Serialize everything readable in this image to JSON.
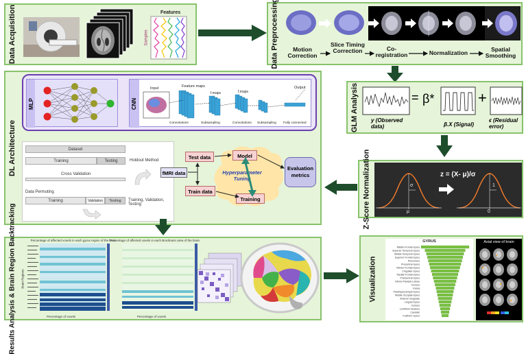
{
  "data_acquisition": {
    "title": "Data Acquisition",
    "features_label": "Features",
    "samples_label": "Samples"
  },
  "data_preprocessing": {
    "title": "Data Preprocessing",
    "steps": [
      "Motion Correction",
      "Slice Timing Correction",
      "Co-registration",
      "Normalization",
      "Spatial Smoothing"
    ]
  },
  "dl_architecture": {
    "title": "DL Architecture",
    "mlp_label": "MLP",
    "cnn_label": "CNN",
    "cnn_parts": {
      "input": "Input",
      "feature_maps": "Feature maps",
      "f_maps_1": "f.maps",
      "f_maps_2": "f.maps",
      "output": "Output",
      "convolutions_1": "Convolutions",
      "subsampling_1": "Subsampling",
      "convolutions_2": "Convolutions",
      "subsampling_2": "Subsampling",
      "fully_connected": "Fully connected"
    },
    "holdout": {
      "dataset": "Dataset",
      "training": "Training",
      "testing": "Testing",
      "method": "Holdout Method",
      "cross_validation": "Cross Validation"
    },
    "permuting": {
      "label": "Data Permuting",
      "training": "Training",
      "validation": "Validation",
      "testing": "Testing",
      "method": "Training, Validation, Testing"
    },
    "flow": {
      "fmri": "fMRI data",
      "test_data": "Test data",
      "train_data": "Train data",
      "model": "Model",
      "training": "Training",
      "tuning": "Hyperparameter Tuning",
      "evaluation": "Evaluation metrics"
    }
  },
  "glm_analysis": {
    "title": "GLM Analysis",
    "equals": "=",
    "beta": "β*",
    "plus": "+",
    "y_label": "y (Observed data)",
    "signal_label": "β.X (Signal)",
    "error_label": "ϵ (Residual error)"
  },
  "zscore": {
    "title": "Z-Score Normalization",
    "formula": "z = (X- μ)/σ",
    "sigma": "σ",
    "mu": "μ",
    "one": "1",
    "zero": "0"
  },
  "results": {
    "title": "Results Analysis & Brain Region Backtracking",
    "heatmap1_title": "Percentage of affected voxels in each gyrus region of the brain",
    "heatmap2_title": "Percentage of affected voxels in each Brodmann area of the brain",
    "xlabel": "Percentage of voxels",
    "ylabel": "Brain Regions"
  },
  "visualization": {
    "title": "Visualization",
    "chart_title": "GYRUS",
    "axial_title": "Axial view of brain",
    "gyrus_labels": [
      "Middle Frontal Gyrus",
      "Superior Temporal Gyrus",
      "Middle Temporal Gyrus",
      "Superior Frontal Gyrus",
      "Precuneus",
      "Precentral Gyrus",
      "Inferior Frontal Gyrus",
      "Cingulate Gyrus",
      "Medial Frontal Gyrus",
      "Postcentral Gyrus",
      "Inferior Parietal Lobule",
      "Cuneus",
      "Insula",
      "Parahippocampal Gyrus",
      "Middle Occipital Gyrus",
      "Anterior Cingulate",
      "Lingual Gyrus",
      "Culmen",
      "Lentiform Nucleus",
      "Caudate",
      "Fusiform Gyrus"
    ]
  },
  "colors": {
    "panel_fill": "#e6f4d9",
    "panel_border": "#87c26b",
    "dark_arrow": "#1e4d2b",
    "flow_box": "#f7d2d2",
    "cloud": "#ffe5a8",
    "mlp_bg": "#e4e0fa",
    "z_bg": "#2b2b2b"
  },
  "chart_data": {
    "type": "bar",
    "title": "GYRUS",
    "categories": [
      "Middle Frontal Gyrus",
      "Superior Temporal Gyrus",
      "Middle Temporal Gyrus",
      "Superior Frontal Gyrus",
      "Precuneus",
      "Precentral Gyrus",
      "Inferior Frontal Gyrus",
      "Cingulate Gyrus",
      "Medial Frontal Gyrus",
      "Postcentral Gyrus",
      "Inferior Parietal Lobule",
      "Cuneus",
      "Insula",
      "Parahippocampal Gyrus",
      "Middle Occipital Gyrus",
      "Anterior Cingulate",
      "Lingual Gyrus",
      "Culmen",
      "Lentiform Nucleus",
      "Caudate",
      "Fusiform Gyrus"
    ],
    "values": [
      100,
      84,
      78,
      74,
      70,
      66,
      62,
      58,
      54,
      50,
      46,
      42,
      38,
      35,
      32,
      29,
      26,
      23,
      20,
      17,
      14
    ]
  }
}
